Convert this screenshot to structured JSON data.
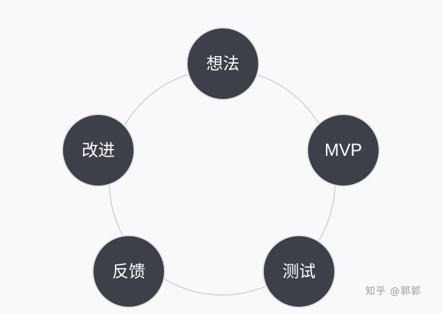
{
  "nodes": [
    {
      "id": "idea",
      "label": "想法"
    },
    {
      "id": "mvp",
      "label": "MVP"
    },
    {
      "id": "test",
      "label": "测试"
    },
    {
      "id": "feedback",
      "label": "反馈"
    },
    {
      "id": "improve",
      "label": "改进"
    }
  ],
  "colors": {
    "background": "#f9f9fb",
    "node_fill": "#3e4049",
    "node_text": "#ffffff",
    "ring": "#cfcfd3"
  },
  "watermark": "知乎 @郭郭"
}
